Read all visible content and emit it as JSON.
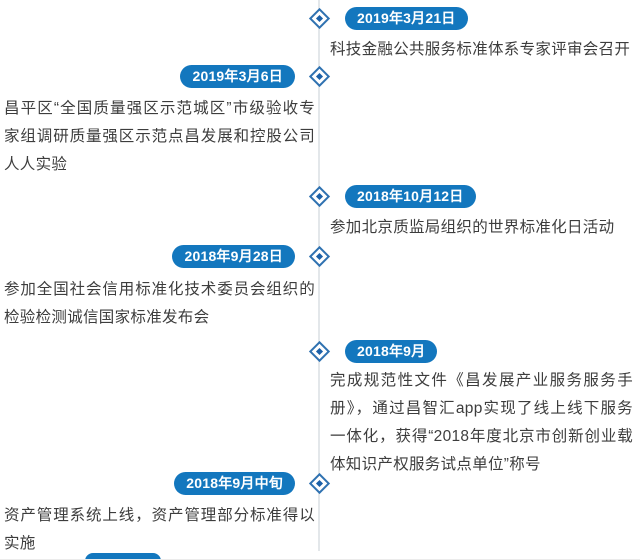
{
  "page": {
    "background": "#ffffff",
    "bottom_edge_color": "#ebebeb"
  },
  "timeline": {
    "colors": {
      "badge_bg": "#1377be",
      "badge_text": "#ffffff",
      "line": "#e3e7ea",
      "marker_border": "#3072b1",
      "marker_fill": "#1b60a8",
      "body_text": "#3d3d3d"
    },
    "entries": [
      {
        "date": "2019年3月21日",
        "side": "right",
        "text": "科技金融公共服务标准体系专家评审会召开"
      },
      {
        "date": "2019年3月6日",
        "side": "left",
        "text": "昌平区“全国质量强区示范城区”市级验收专家组调研质量强区示范点昌发展和控股公司人人实验"
      },
      {
        "date": "2018年10月12日",
        "side": "right",
        "text": "参加北京质监局组织的世界标准化日活动"
      },
      {
        "date": "2018年9月28日",
        "side": "left",
        "text": "参加全国社会信用标准化技术委员会组织的检验检测诚信国家标准发布会"
      },
      {
        "date": "2018年9月",
        "side": "right",
        "text": "完成规范性文件《昌发展产业服务服务手册》，通过昌智汇app实现了线上线下服务一体化，获得“2018年度北京市创新创业载体知识产权服务试点单位”称号"
      },
      {
        "date": "2018年9月中旬",
        "side": "left",
        "text": "资产管理系统上线，资产管理部分标准得以实施"
      }
    ],
    "partial_badge": {
      "position": "bottom-left",
      "color": "#1377be"
    }
  }
}
